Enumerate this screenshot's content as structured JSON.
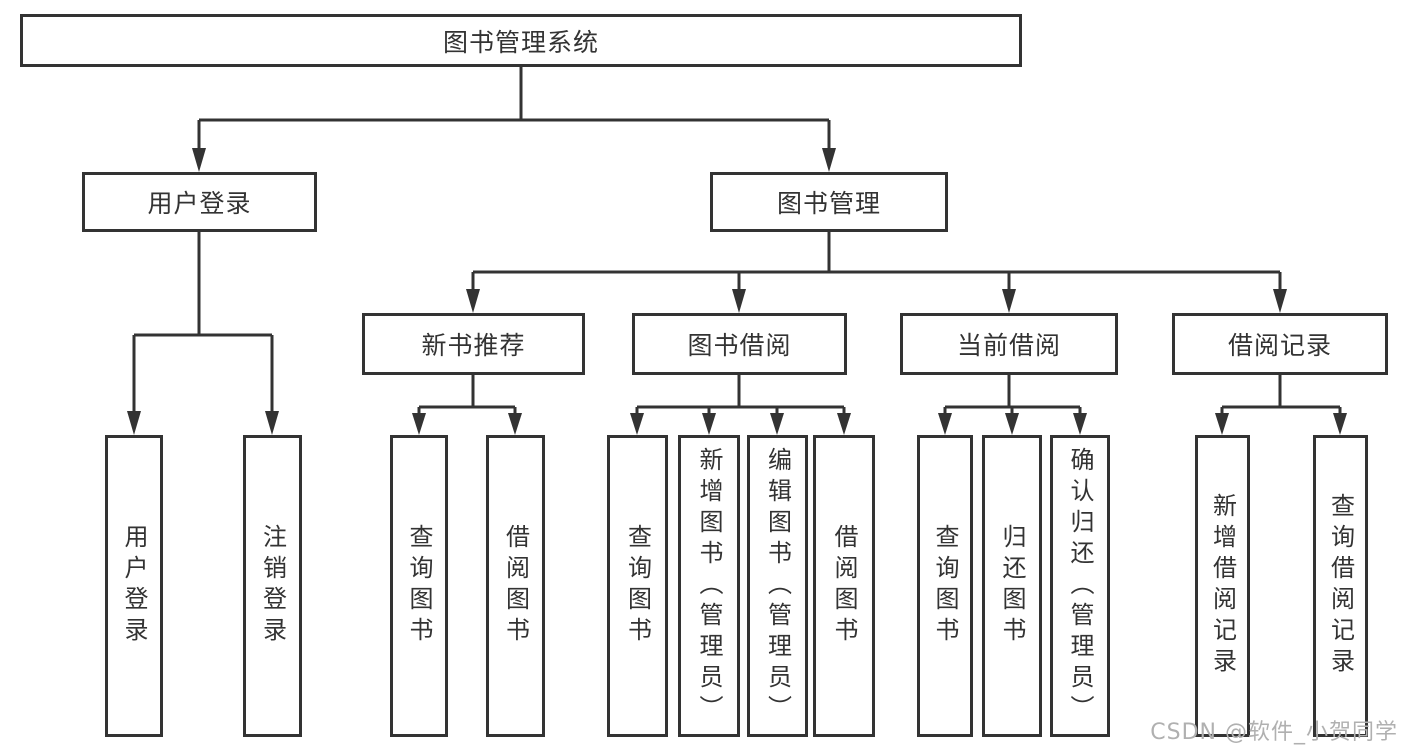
{
  "tree": {
    "root": "图书管理系统",
    "branches": [
      {
        "label": "用户登录",
        "children": [
          "用户登录",
          "注销登录"
        ]
      },
      {
        "label": "图书管理",
        "sections": [
          {
            "label": "新书推荐",
            "children": [
              "查询图书",
              "借阅图书"
            ]
          },
          {
            "label": "图书借阅",
            "children": [
              "查询图书",
              "新增图书（管理员）",
              "编辑图书（管理员）",
              "借阅图书"
            ]
          },
          {
            "label": "当前借阅",
            "children": [
              "查询图书",
              "归还图书",
              "确认归还（管理员）"
            ]
          },
          {
            "label": "借阅记录",
            "children": [
              "新增借阅记录",
              "查询借阅记录"
            ]
          }
        ]
      }
    ]
  },
  "watermark": "CSDN @软件_小贺同学",
  "colors": {
    "line": "#333333",
    "text": "#333333",
    "box_background": "#ffffff",
    "page_background": "#ffffff",
    "watermark": "#b0b0b0"
  }
}
